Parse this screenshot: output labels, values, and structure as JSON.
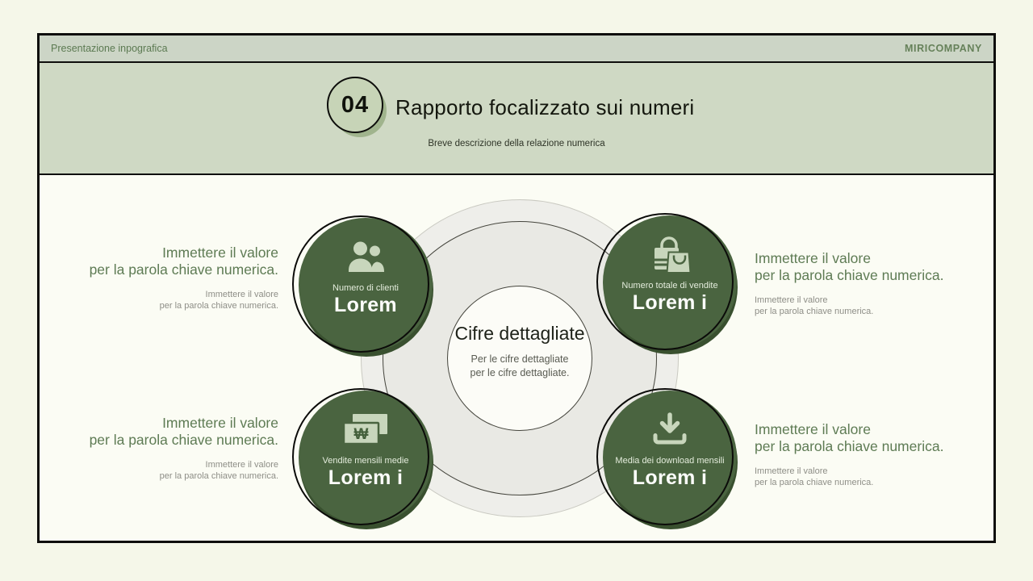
{
  "topbar": {
    "title": "Presentazione inpografica",
    "brand": "MIRICOMPANY"
  },
  "header": {
    "number": "04",
    "title": "Rapporto focalizzato sui numeri",
    "subtitle": "Breve descrizione della relazione numerica"
  },
  "center": {
    "title": "Cifre dettagliate",
    "subtitle_line1": "Per le cifre dettagliate",
    "subtitle_line2": "per le cifre dettagliate."
  },
  "items": [
    {
      "icon": "people-icon",
      "label": "Numero di clienti",
      "value": "Lorem",
      "caption_line1": "Immettere il valore",
      "caption_line2": "per la parola chiave numerica.",
      "subcaption_line1": "Immettere il valore",
      "subcaption_line2": "per la parola chiave numerica."
    },
    {
      "icon": "shopping-bags-icon",
      "label": "Numero totale di vendite",
      "value": "Lorem i",
      "caption_line1": "Immettere il valore",
      "caption_line2": "per la parola chiave numerica.",
      "subcaption_line1": "Immettere il valore",
      "subcaption_line2": "per la parola chiave numerica."
    },
    {
      "icon": "banknotes-icon",
      "label": "Vendite mensili medie",
      "value": "Lorem i",
      "currency": "₩",
      "caption_line1": "Immettere il valore",
      "caption_line2": "per la parola chiave numerica.",
      "subcaption_line1": "Immettere il valore",
      "subcaption_line2": "per la parola chiave numerica."
    },
    {
      "icon": "download-icon",
      "label": "Media dei download mensili",
      "value": "Lorem i",
      "caption_line1": "Immettere il valore",
      "caption_line2": "per la parola chiave numerica.",
      "subcaption_line1": "Immettere il valore",
      "subcaption_line2": "per la parola chiave numerica."
    }
  ],
  "colors": {
    "node_green": "#4a6440",
    "node_shadow_green": "#39502f",
    "icon_sage": "#c8d6bc",
    "topbar_green": "#ccd5c6",
    "header_green": "#cfd9c4",
    "caption_green": "#5e7b54",
    "caption_gray": "#8e8e87",
    "page_background": "#f5f7e9"
  }
}
